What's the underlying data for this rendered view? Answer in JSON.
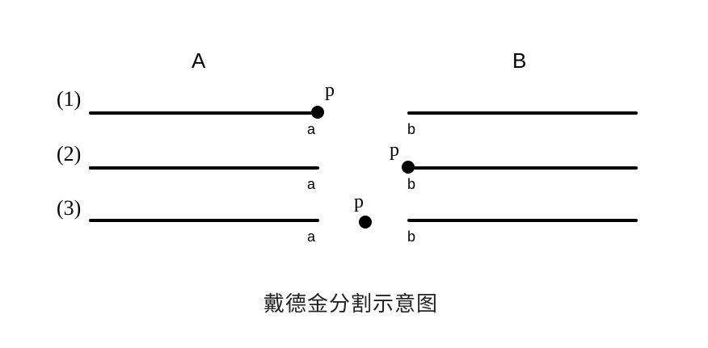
{
  "diagram": {
    "labels": {
      "left": "A",
      "right": "B"
    },
    "rows": [
      {
        "label": "(1)",
        "end_left": "a",
        "end_right": "b",
        "point": "p",
        "point_position": "at a"
      },
      {
        "label": "(2)",
        "end_left": "a",
        "end_right": "b",
        "point": "p",
        "point_position": "at b"
      },
      {
        "label": "(3)",
        "end_left": "a",
        "end_right": "b",
        "point": "p",
        "point_position": "between a and b"
      }
    ],
    "caption": "戴德金分割示意图",
    "colors": {
      "stroke": "#000000",
      "background": "#ffffff"
    }
  }
}
